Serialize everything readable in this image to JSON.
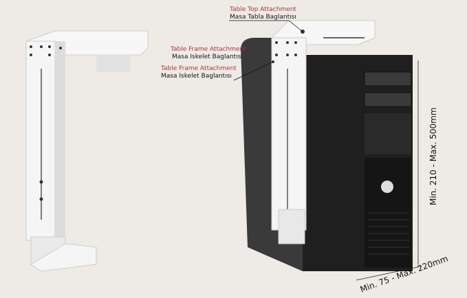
{
  "annotations": {
    "table_top": {
      "en": "Table Top Attachment",
      "tr": "Masa Tabla Baglantısı"
    },
    "table_frame_1": {
      "en": "Table Frame Attachment",
      "tr": "Masa Iskelet Baglantısı"
    },
    "table_frame_2": {
      "en": "Table Frame Attachment",
      "tr": "Masa Iskelet Baglantısı"
    }
  },
  "dimensions": {
    "height": "Min. 210 - Max. 500mm",
    "width": "Min. 75 - Max. 220mm"
  },
  "colors": {
    "background": "#eeebe6",
    "accent_red": "#b0323c",
    "case": "#2b2b2b",
    "bracket": "#f4f4f4"
  }
}
